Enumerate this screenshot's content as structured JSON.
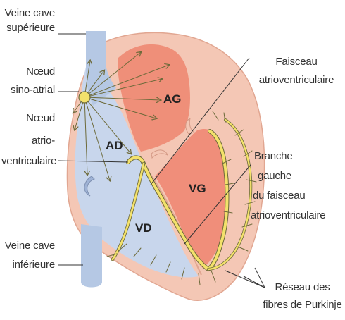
{
  "colors": {
    "outer_wall": "#f4c7b5",
    "outer_wall_stroke": "#e1a691",
    "right_side": "#c8d6ec",
    "vein": "#b5c8e4",
    "left_atrium": "#ef8f79",
    "left_ventricle": "#f08e7a",
    "conduction": "#f3e16b",
    "conduction_stroke": "#6d6a3a",
    "leader_line": "#333333"
  },
  "labels": {
    "vcs_1": "Veine cave",
    "vcs_2": "supérieure",
    "sa_1": "Nœud",
    "sa_2": "sino-atrial",
    "av_1": "Nœud",
    "av_2": "atrio-",
    "av_3": "ventriculaire",
    "vci_1": "Veine cave",
    "vci_2": "inférieure",
    "fa_1": "Faisceau",
    "fa_2": "atrioventriculaire",
    "bg_1": "Branche",
    "bg_2": "gauche",
    "bg_3": "du faisceau",
    "bg_4": "atrioventriculaire",
    "rp_1": "Réseau des",
    "rp_2": "fibres de Purkinje"
  },
  "chambers": {
    "ag": "AG",
    "ad": "AD",
    "vd": "VD",
    "vg": "VG"
  }
}
